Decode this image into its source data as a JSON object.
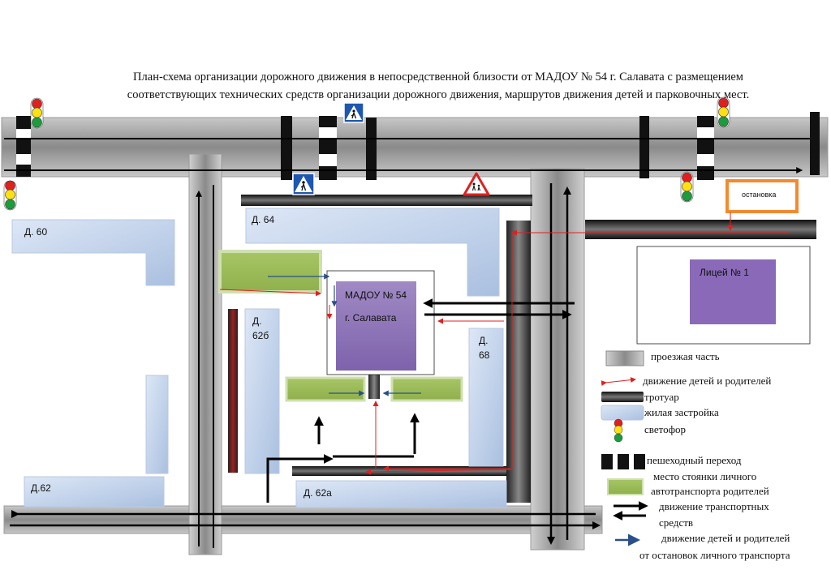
{
  "title": {
    "line1": "План-схема организации дорожного движения в непосредственной близости от МАДОУ № 54 г. Салавата с размещением",
    "line2": "соответствующих технических средств организации дорожного движения, маршрутов движения детей и парковочных мест."
  },
  "buildings": {
    "kindergarten_line1": "МАДОУ № 54",
    "kindergarten_line2": "г. Салавата",
    "lyceum": "Лицей № 1",
    "d60": "Д. 60",
    "d64": "Д. 64",
    "d62b_line1": "Д.",
    "d62b_line2": "62б",
    "d68_line1": "Д.",
    "d68_line2": "68",
    "d62": "Д.62",
    "d62a": "Д. 62а"
  },
  "bus_stop": "остановка",
  "legend": {
    "roadway": "проезжая часть",
    "child_movement": "движение детей и  родителей",
    "sidewalk": "тротуар",
    "housing": "жилая застройка",
    "traffic_light": "светофор",
    "crossing": "пешеходный переход",
    "parking_line1": "место стоянки личного",
    "parking_line2": "автотранспорта родителей",
    "vehicle_line1": "движение транспортных",
    "vehicle_line2": "средств",
    "stop_movement_line1": "движение детей и родителей",
    "stop_movement_line2": "от остановок личного транспорта"
  },
  "colors": {
    "child_route": "#e02020",
    "stop_route": "#2a4f8a",
    "parking": "#9bbb59",
    "building": "#c6d6ee",
    "kindergarten": "#9b80c0",
    "bus_stop": "#f28a30"
  },
  "icons": [
    "traffic-light-icon",
    "pedestrian-crossing-sign-icon",
    "children-warning-sign-icon"
  ]
}
